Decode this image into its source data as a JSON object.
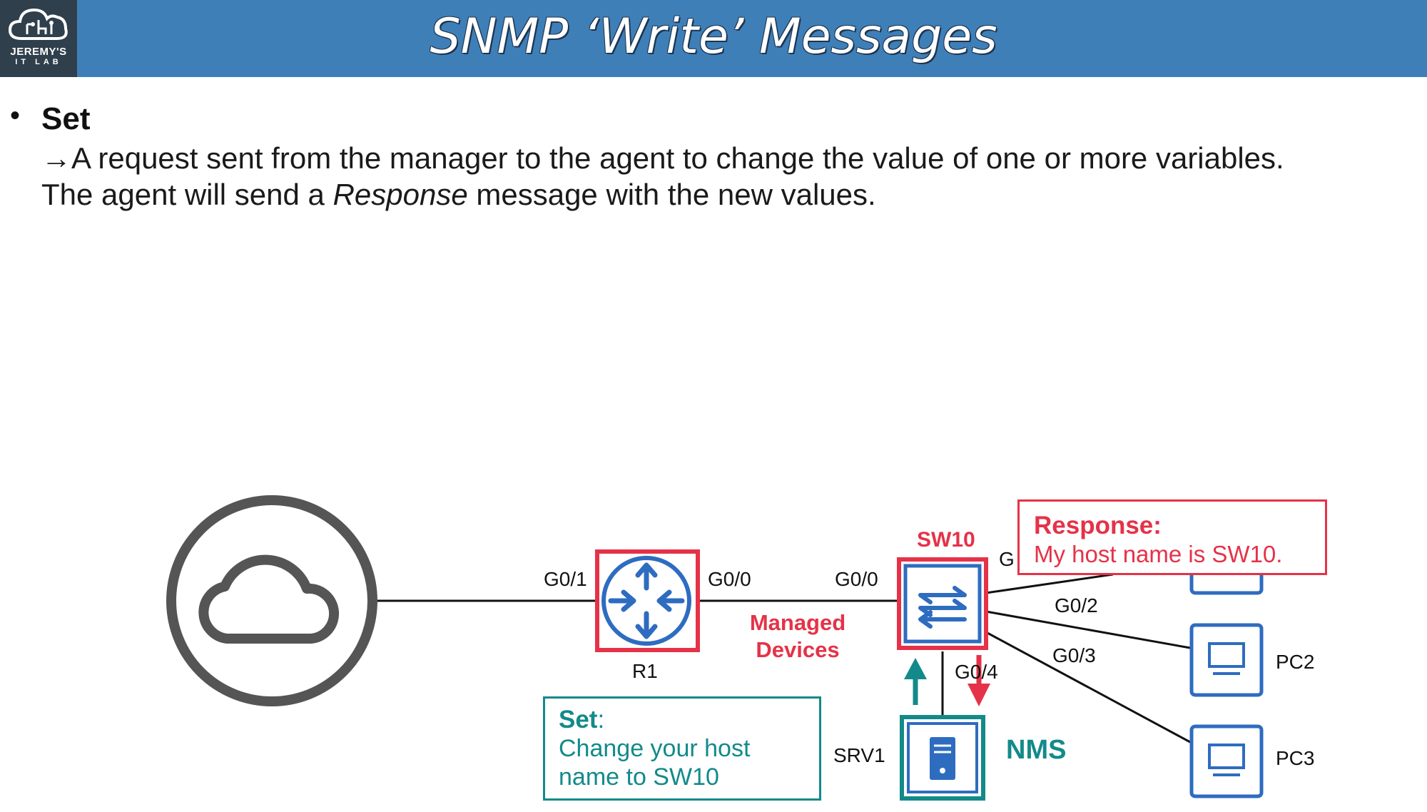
{
  "header": {
    "title": "SNMP ‘Write’ Messages",
    "logo": {
      "line1": "JEREMY'S",
      "line2": "IT LAB"
    }
  },
  "content": {
    "bullet": "•",
    "heading": "Set",
    "line1": "→A request sent from the manager to the agent to change the value of one or more variables.",
    "line2_before": "The agent will send a ",
    "line2_italic": "Response",
    "line2_after": " message with the new values."
  },
  "diagram": {
    "router": {
      "name": "R1",
      "port_left": "G0/1",
      "port_right": "G0/0"
    },
    "switch": {
      "name": "SW10",
      "port_left": "G0/0",
      "port_top_partial": "G",
      "port_pc2": "G0/2",
      "port_pc3": "G0/3",
      "port_srv": "G0/4"
    },
    "managed_devices": {
      "line1": "Managed",
      "line2": "Devices"
    },
    "server": {
      "name": "SRV1",
      "role": "NMS"
    },
    "pcs": [
      {
        "name": "PC2"
      },
      {
        "name": "PC3"
      }
    ],
    "response_box": {
      "title": "Response:",
      "text": "My host name is SW10."
    },
    "set_box": {
      "title": "Set",
      "colon": ":",
      "line1": "Change your host",
      "line2": "name to SW10"
    },
    "colors": {
      "header": "#3f7fb8",
      "managed": "#e53248",
      "nms": "#138a8a",
      "device_blue": "#2e6cc0",
      "line": "#111111",
      "cloud": "#555555"
    }
  }
}
